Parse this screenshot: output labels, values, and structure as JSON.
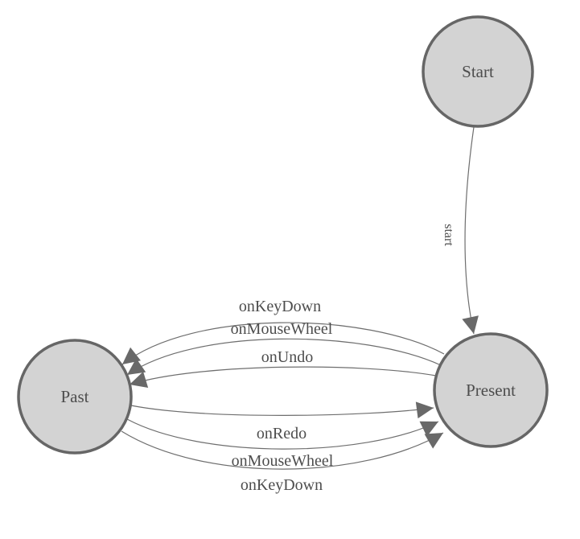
{
  "diagram": {
    "type": "state-diagram",
    "background": "#ffffff",
    "colors": {
      "node_fill": "#d3d3d3",
      "node_border": "#666666",
      "edge_line": "#6e6e6e",
      "arrowhead": "#696969",
      "text": "#4d4d4d"
    },
    "nodes": [
      {
        "id": "start",
        "label": "Start"
      },
      {
        "id": "past",
        "label": "Past"
      },
      {
        "id": "present",
        "label": "Present"
      }
    ],
    "edges": [
      {
        "from": "start",
        "to": "present",
        "label": "start"
      },
      {
        "from": "present",
        "to": "past",
        "label": "onKeyDown"
      },
      {
        "from": "present",
        "to": "past",
        "label": "onMouseWheel"
      },
      {
        "from": "present",
        "to": "past",
        "label": "onUndo"
      },
      {
        "from": "past",
        "to": "present",
        "label": "onRedo"
      },
      {
        "from": "past",
        "to": "present",
        "label": "onMouseWheel"
      },
      {
        "from": "past",
        "to": "present",
        "label": "onKeyDown"
      }
    ]
  }
}
